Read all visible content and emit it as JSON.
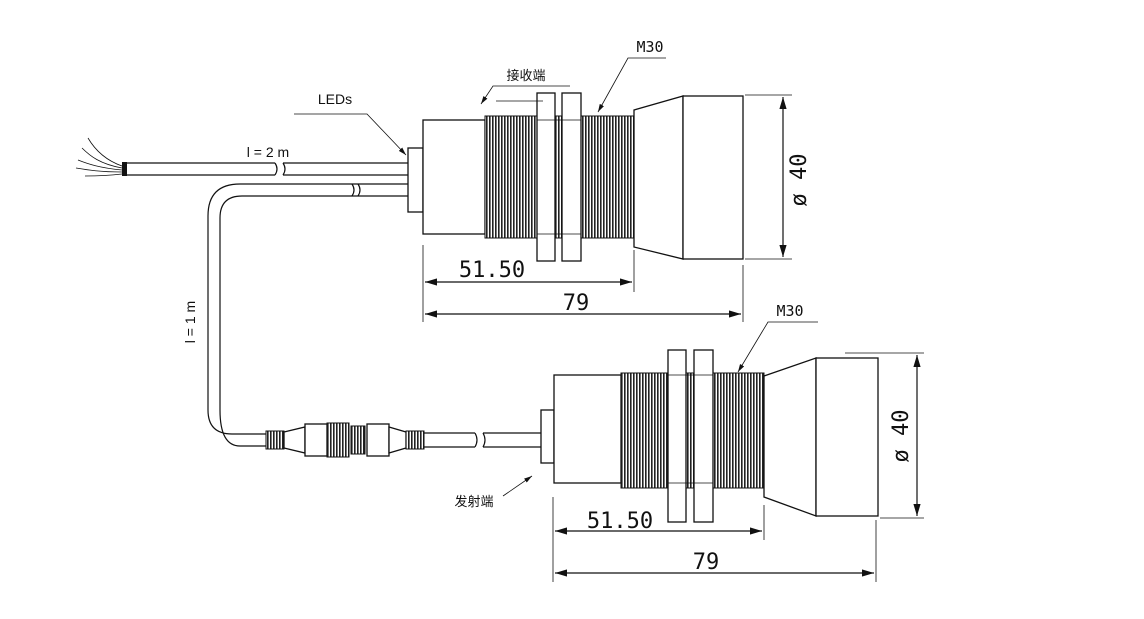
{
  "labels": {
    "receiver": "接收端",
    "emitter": "发射端",
    "leds": "LEDs",
    "thread_top": "M30",
    "thread_bottom": "M30",
    "cable_top": "l = 2 m",
    "cable_link": "l  =  1 m"
  },
  "dimensions": {
    "top": {
      "diameter": "ø 40",
      "thread_length": "51.50",
      "total_length": "79"
    },
    "bottom": {
      "diameter": "ø 40",
      "thread_length": "51.50",
      "total_length": "79"
    }
  },
  "colors": {
    "line": "#111111",
    "background": "#ffffff"
  }
}
